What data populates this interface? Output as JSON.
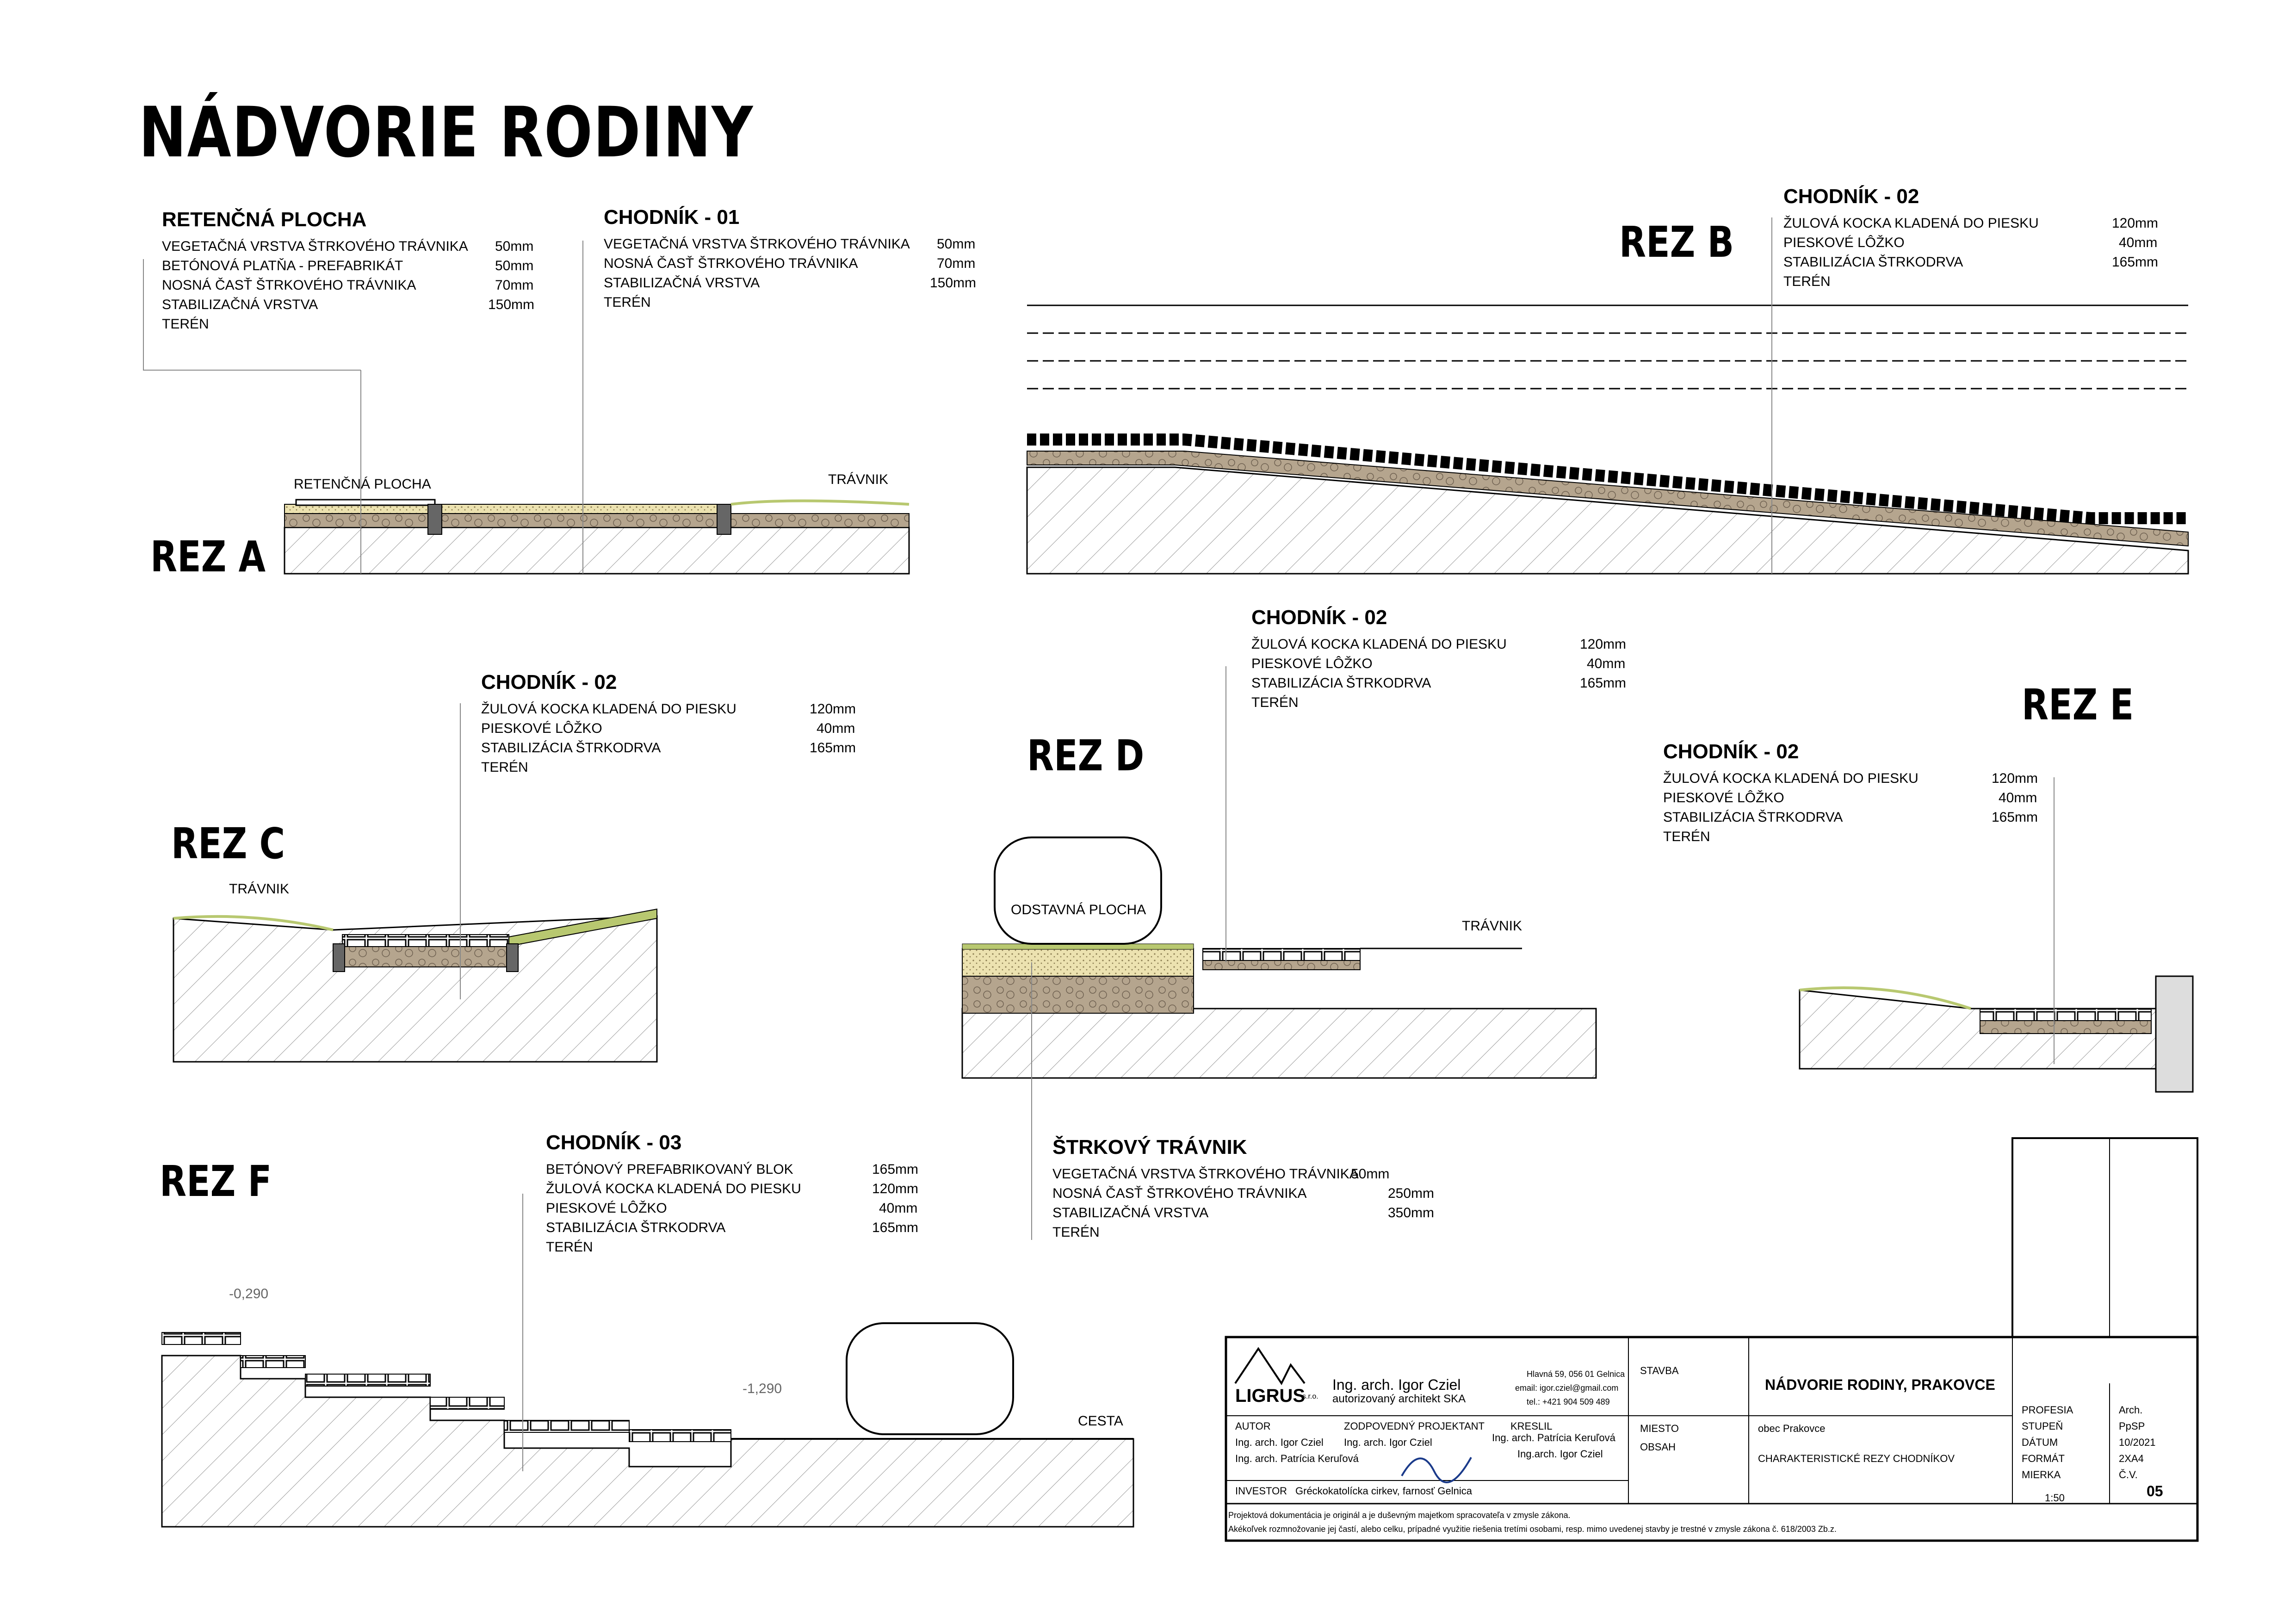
{
  "title": "NÁDVORIE RODINY",
  "sections": {
    "a": "REZ A",
    "b": "REZ B",
    "c": "REZ C",
    "d": "REZ D",
    "e": "REZ E",
    "f": "REZ F"
  },
  "specs": {
    "retencna": {
      "title": "RETENČNÁ PLOCHA",
      "rows": [
        {
          "label": "VEGETAČNÁ VRSTVA ŠTRKOVÉHO TRÁVNIKA",
          "value": "50mm"
        },
        {
          "label": "BETÓNOVÁ PLATŇA - PREFABRIKÁT",
          "value": "50mm"
        },
        {
          "label": "NOSNÁ ČASŤ ŠTRKOVÉHO TRÁVNIKA",
          "value": "70mm"
        },
        {
          "label": "STABILIZAČNÁ VRSTVA",
          "value": "150mm"
        },
        {
          "label": "TERÉN",
          "value": ""
        }
      ]
    },
    "chodnik01": {
      "title": "CHODNÍK - 01",
      "rows": [
        {
          "label": "VEGETAČNÁ VRSTVA ŠTRKOVÉHO TRÁVNIKA",
          "value": "50mm"
        },
        {
          "label": "NOSNÁ ČASŤ ŠTRKOVÉHO TRÁVNIKA",
          "value": "70mm"
        },
        {
          "label": "STABILIZAČNÁ VRSTVA",
          "value": "150mm"
        },
        {
          "label": "TERÉN",
          "value": ""
        }
      ]
    },
    "chodnik02": {
      "title": "CHODNÍK - 02",
      "rows": [
        {
          "label": "ŽULOVÁ KOCKA KLADENÁ DO PIESKU",
          "value": "120mm"
        },
        {
          "label": "PIESKOVÉ LÔŽKO",
          "value": "40mm"
        },
        {
          "label": "STABILIZÁCIA ŠTRKODRVA",
          "value": "165mm"
        },
        {
          "label": "TERÉN",
          "value": ""
        }
      ]
    },
    "chodnik03": {
      "title": "CHODNÍK - 03",
      "rows": [
        {
          "label": "BETÓNOVÝ PREFABRIKOVANÝ BLOK",
          "value": "165mm"
        },
        {
          "label": "ŽULOVÁ KOCKA KLADENÁ DO PIESKU",
          "value": "120mm"
        },
        {
          "label": "PIESKOVÉ LÔŽKO",
          "value": "40mm"
        },
        {
          "label": "STABILIZÁCIA ŠTRKODRVA",
          "value": "165mm"
        },
        {
          "label": "TERÉN",
          "value": ""
        }
      ]
    },
    "strkovy": {
      "title": "ŠTRKOVÝ TRÁVNIK",
      "rows": [
        {
          "label": "VEGETAČNÁ VRSTVA ŠTRKOVÉHO TRÁVNIKA",
          "value": "50mm"
        },
        {
          "label": "NOSNÁ ČASŤ ŠTRKOVÉHO TRÁVNIKA",
          "value": "250mm"
        },
        {
          "label": "STABILIZAČNÁ VRSTVA",
          "value": "350mm"
        },
        {
          "label": "TERÉN",
          "value": ""
        }
      ]
    }
  },
  "callouts": {
    "retencna_plocha": "RETENČNÁ PLOCHA",
    "travnik": "TRÁVNIK",
    "odstavna_plocha": "ODSTAVNÁ PLOCHA",
    "cesta": "CESTA",
    "level_top": "-0,290",
    "level_bottom": "-1,290"
  },
  "title_block": {
    "company": "LIGRUS",
    "company_suffix": "s.r.o.",
    "architect": "Ing. arch. Igor Cziel",
    "architect_sub": "autorizovaný architekt SKA",
    "address": "Hlavná 59, 056 01 Gelnica",
    "email": "email: igor.cziel@gmail.com",
    "phone": "tel.:    +421 904 509 489",
    "stavba_label": "STAVBA",
    "stavba_value": "NÁDVORIE RODINY, PRAKOVCE",
    "autor_label": "AUTOR",
    "zodpovedny_label": "ZODPOVEDNÝ PROJEKTANT",
    "kreslil_label": "KRESLIL",
    "autor_1": "Ing. arch. Igor Cziel",
    "autor_2": "Ing. arch. Patrícia Keruľová",
    "zodpovedny_1": "Ing. arch. Igor Cziel",
    "kreslil_1": "Ing. arch. Patrícia Keruľová",
    "kreslil_2": "Ing.arch. Igor Cziel",
    "investor_label": "INVESTOR",
    "investor_value": "Gréckokatolícka cirkev, farnosť Gelnica",
    "miesto_label": "MIESTO",
    "miesto_value": "obec Prakovce",
    "obsah_label": "OBSAH",
    "obsah_value": "CHARAKTERISTICKÉ REZY CHODNÍKOV",
    "profesia_label": "PROFESIA",
    "profesia_value": "Arch.",
    "stupen_label": "STUPEŇ",
    "stupen_value": "PpSP",
    "datum_label": "DÁTUM",
    "datum_value": "10/2021",
    "format_label": "FORMÁT",
    "format_value": "2XA4",
    "mierka_label": "MIERKA",
    "mierka_value": "1:50",
    "cv_label": "Č.V.",
    "cv_value": "05",
    "note_1": "Projektová dokumentácia je originál a je duševným majetkom spracovateľa v zmysle zákona.",
    "note_2": "Akékoľvek rozmnožovanie jej častí, alebo celku, prípadné využitie riešenia tretími osobami, resp. mimo uvedenej stavby je trestné v zmysle zákona č. 618/2003 Zb.z."
  },
  "colors": {
    "gravel": "#e8dca0",
    "soil": "#b8a890",
    "grass": "#b8c870",
    "sand": "#e0d4b8",
    "line": "#000000",
    "hatch": "#9a9a9a"
  }
}
